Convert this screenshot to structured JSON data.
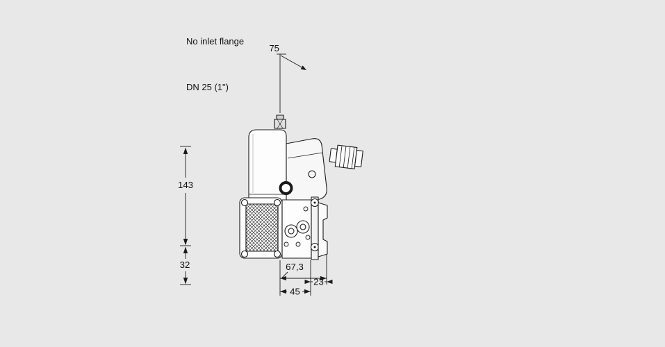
{
  "page": {
    "background": "#e8e8e8"
  },
  "annotations": {
    "note_line1": "No inlet flange",
    "note_line2": "DN 25 (1\")"
  },
  "dimensions": {
    "top_width": "75",
    "body_height": "143",
    "lower_height": "32",
    "body_width": "67,3",
    "flange_offset": "23",
    "outlet_width": "45"
  },
  "drawing": {
    "line_color": "#1a1a1a",
    "fill_color": "#ffffff"
  }
}
